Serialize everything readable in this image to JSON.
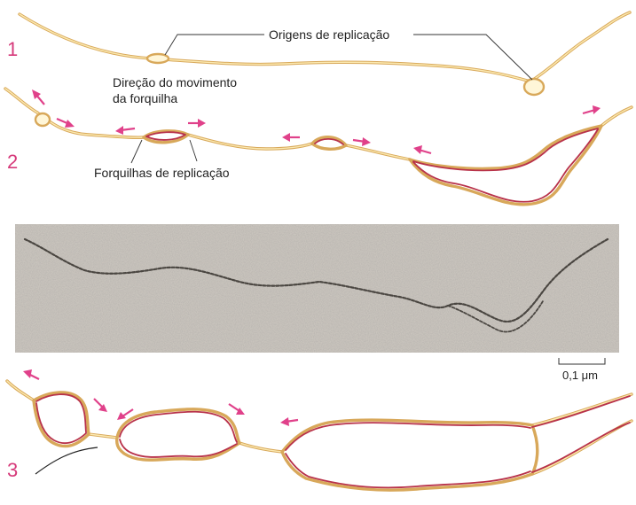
{
  "panels": [
    {
      "number": "1"
    },
    {
      "number": "2"
    },
    {
      "number": "3"
    }
  ],
  "labels": {
    "origins": "Origens de replicação",
    "direction_line1": "Direção do movimento",
    "direction_line2": "da forquilha",
    "forks": "Forquilhas de replicação"
  },
  "micrograph": {
    "scale_bar": "0,1 μm"
  },
  "colors": {
    "parental_dna": "#d8a85a",
    "new_dna": "#b8324a",
    "arrows": "#e0418a",
    "panel_numbers": "#d63a7a",
    "micrograph_bg": "#c9c4bd"
  }
}
